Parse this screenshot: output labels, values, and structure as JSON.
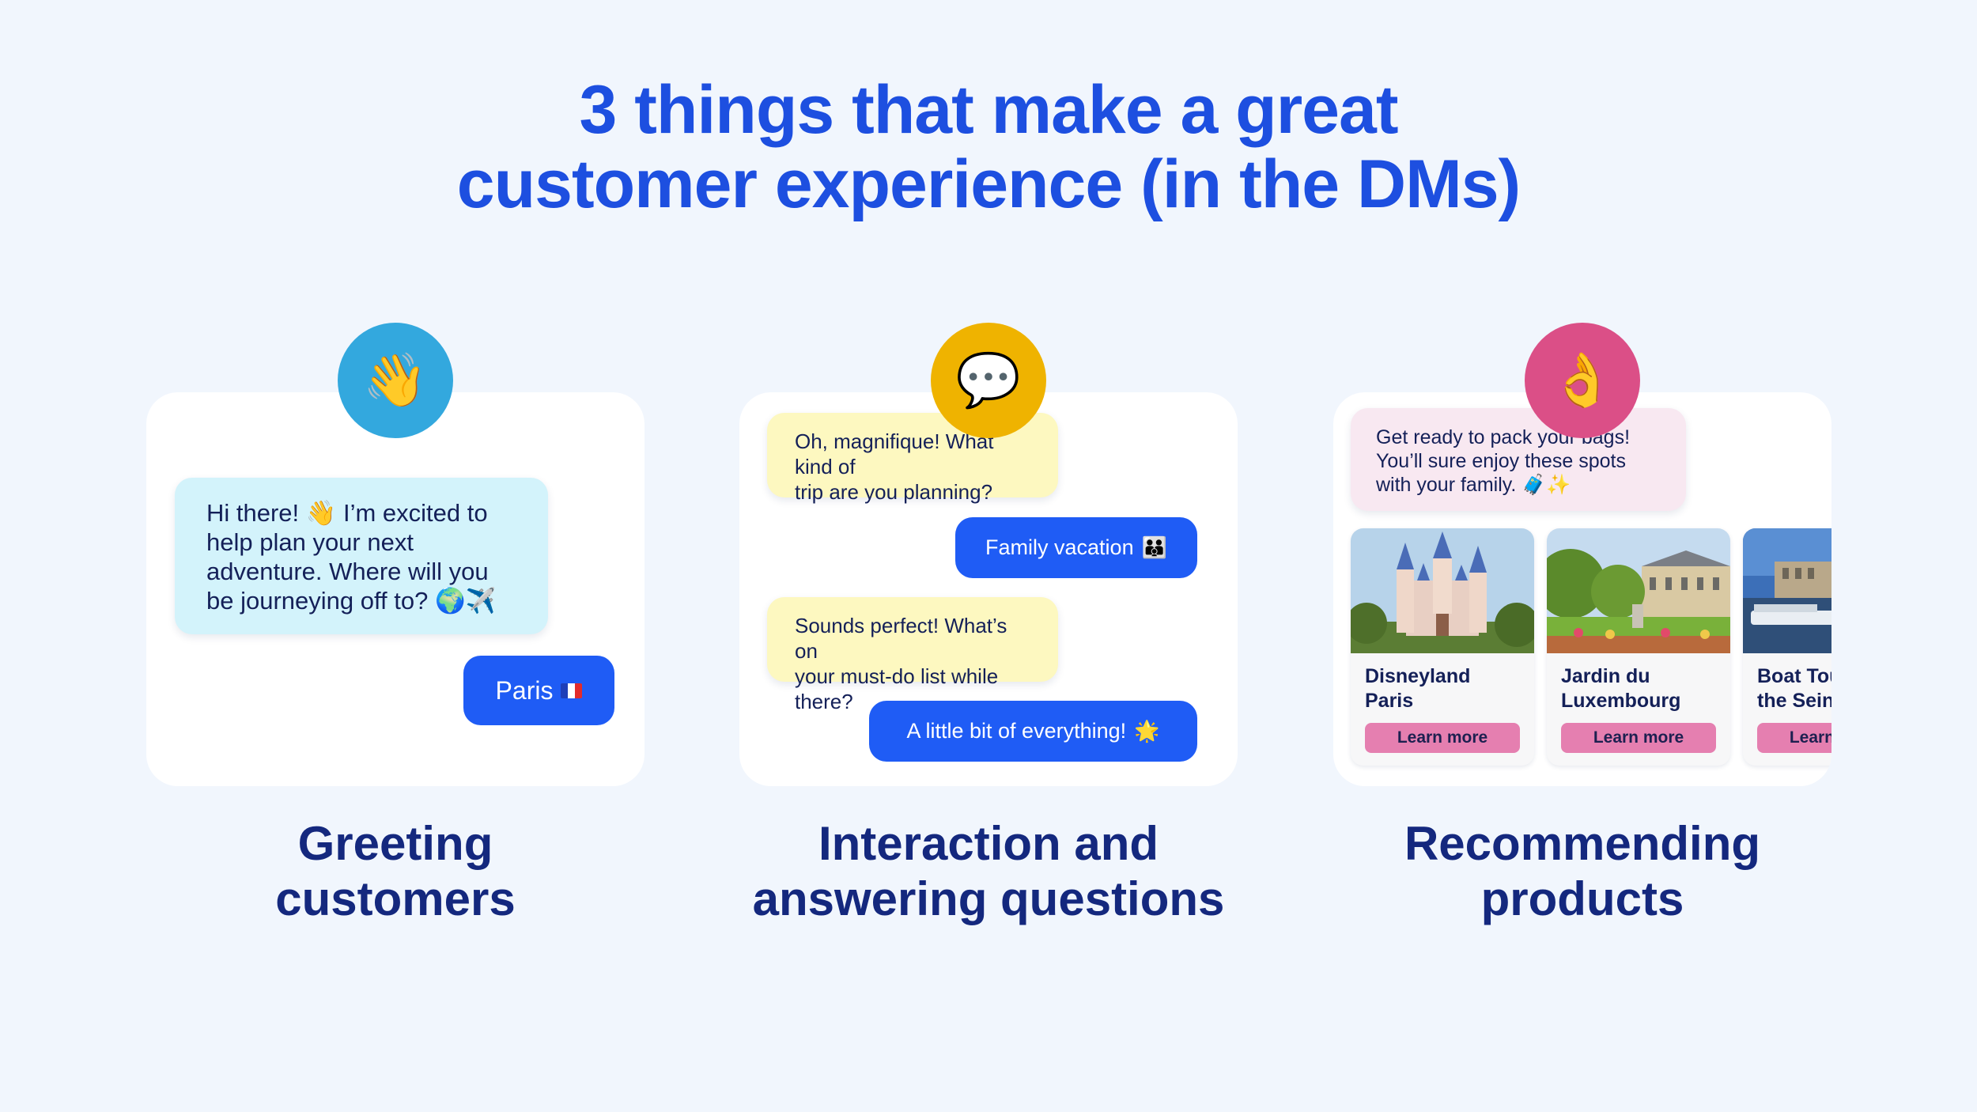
{
  "title": {
    "line1": "3 things that make a great",
    "line2": "customer experience (in the DMs)"
  },
  "colors": {
    "title": "#1d4fe0",
    "caption": "#14287e",
    "badge_greeting": "#33a8de",
    "badge_interaction": "#efb300",
    "badge_recommend": "#db4f87",
    "user_bubble": "#1f5cf5",
    "bot_bubble_greeting": "#d3f3fb",
    "bot_bubble_interaction": "#fdf8c0",
    "bot_bubble_recommend": "#f8e8f1",
    "learn_more_button": "#e57fb0"
  },
  "sections": [
    {
      "badge_icon": "waving-hand-icon",
      "badge_glyph": "👋",
      "caption_line1": "Greeting",
      "caption_line2": "customers",
      "bot_message": {
        "lines": [
          "Hi there! 👋 I’m excited to",
          "help plan your next",
          "adventure. Where will you",
          "be journeying off to? 🌍✈️"
        ]
      },
      "user_message": {
        "text": "Paris",
        "icon": "france-flag-icon"
      }
    },
    {
      "badge_icon": "speech-balloon-icon",
      "badge_glyph": "💬",
      "caption_line1": "Interaction and",
      "caption_line2": "answering questions",
      "bot_message_1": {
        "lines": [
          "Oh, magnifique! What kind of",
          "trip are you planning?"
        ]
      },
      "user_message_1": {
        "text": "Family vacation",
        "emoji": "👪"
      },
      "bot_message_2": {
        "lines": [
          "Sounds perfect! What’s on",
          "your must-do list while there?"
        ]
      },
      "user_message_2": {
        "text": "A little bit of everything!",
        "emoji": "🌟"
      }
    },
    {
      "badge_icon": "ok-hand-icon",
      "badge_glyph": "👌",
      "caption_line1": "Recommending",
      "caption_line2": "products",
      "bot_message": {
        "lines": [
          "Get ready to pack your bags!",
          "You’ll sure enjoy these spots",
          "with your family. 🧳✨"
        ]
      },
      "products": [
        {
          "name_line1": "Disneyland",
          "name_line2": "Paris",
          "button": "Learn more",
          "image": "castle-image"
        },
        {
          "name_line1": "Jardin du",
          "name_line2": "Luxembourg",
          "button": "Learn more",
          "image": "garden-image"
        },
        {
          "name_line1": "Boat Tour",
          "name_line2": "the Seine",
          "button": "Learn more",
          "image": "river-image"
        }
      ]
    }
  ]
}
